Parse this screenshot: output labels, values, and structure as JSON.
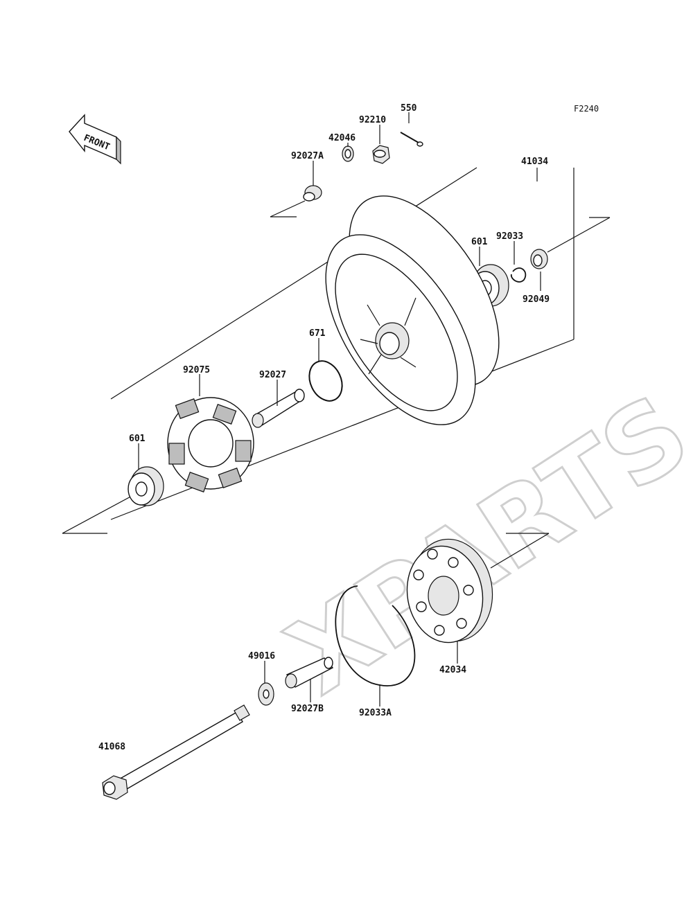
{
  "figure_code": "F2240",
  "watermark": "XPARTS",
  "front_arrow_label": "FRONT",
  "parts": [
    {
      "key": "550",
      "label": "550"
    },
    {
      "key": "92210",
      "label": "92210"
    },
    {
      "key": "42046",
      "label": "42046"
    },
    {
      "key": "92027A",
      "label": "92027A"
    },
    {
      "key": "41034",
      "label": "41034"
    },
    {
      "key": "601_top",
      "label": "601"
    },
    {
      "key": "92033",
      "label": "92033"
    },
    {
      "key": "92049",
      "label": "92049"
    },
    {
      "key": "671",
      "label": "671"
    },
    {
      "key": "92075",
      "label": "92075"
    },
    {
      "key": "92027",
      "label": "92027"
    },
    {
      "key": "601_left",
      "label": "601"
    },
    {
      "key": "42034",
      "label": "42034"
    },
    {
      "key": "49016",
      "label": "49016"
    },
    {
      "key": "92027B",
      "label": "92027B"
    },
    {
      "key": "92033A",
      "label": "92033A"
    },
    {
      "key": "41068",
      "label": "41068"
    }
  ]
}
